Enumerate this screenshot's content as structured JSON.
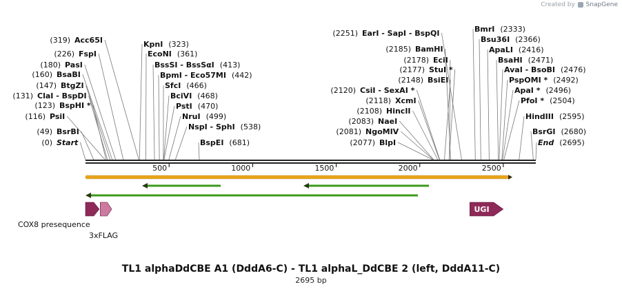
{
  "credit": {
    "prefix": "Created by",
    "brand": "SnapGene"
  },
  "title": "TL1 alphaDdCBE A1 (DddA6-C) - TL1 alphaL_DdCBE 2 (left, DddA11-C)",
  "subtitle": "2695 bp",
  "sequence_length": 2695,
  "ticks": [
    "500",
    "1000",
    "1500",
    "2000",
    "2500"
  ],
  "colors": {
    "feature": "#8e2a57",
    "feature_light": "#cc7aa0",
    "primer_green": "#3c9a1a",
    "orf_orange": "#e8a317"
  },
  "sites": [
    {
      "name": "Start",
      "pos": "(0)",
      "italic": true
    },
    {
      "name": "BsrBI",
      "pos": "(49)"
    },
    {
      "name": "PsiI",
      "pos": "(116)"
    },
    {
      "name": "BspHI *",
      "pos": "(123)"
    },
    {
      "name": "ClaI  -  BspDI",
      "pos": "(131)"
    },
    {
      "name": "BtgZI",
      "pos": "(147)"
    },
    {
      "name": "BsaBI",
      "pos": "(160)"
    },
    {
      "name": "PasI",
      "pos": "(180)"
    },
    {
      "name": "FspI",
      "pos": "(226)"
    },
    {
      "name": "Acc65I",
      "pos": "(319)"
    },
    {
      "name": "KpnI",
      "pos": "(323)"
    },
    {
      "name": "EcoNI",
      "pos": "(361)"
    },
    {
      "name": "BssSI  -  BssSαI",
      "pos": "(413)"
    },
    {
      "name": "BpmI  -  Eco57MI",
      "pos": "(442)"
    },
    {
      "name": "SfcI",
      "pos": "(466)"
    },
    {
      "name": "BciVI",
      "pos": "(468)"
    },
    {
      "name": "PstI",
      "pos": "(470)"
    },
    {
      "name": "NruI",
      "pos": "(499)"
    },
    {
      "name": "NspI  -  SphI",
      "pos": "(538)"
    },
    {
      "name": "BspEI",
      "pos": "(681)"
    },
    {
      "name": "EarI  -  SapI  -  BspQI",
      "pos": "(2251)"
    },
    {
      "name": "BamHI",
      "pos": "(2185)"
    },
    {
      "name": "EciI",
      "pos": "(2178)"
    },
    {
      "name": "StuI *",
      "pos": "(2177)"
    },
    {
      "name": "BsiEI",
      "pos": "(2148)"
    },
    {
      "name": "CsiI  -  SexAI *",
      "pos": "(2120)"
    },
    {
      "name": "XcmI",
      "pos": "(2118)"
    },
    {
      "name": "HincII",
      "pos": "(2108)"
    },
    {
      "name": "NaeI",
      "pos": "(2083)"
    },
    {
      "name": "NgoMIV",
      "pos": "(2081)"
    },
    {
      "name": "BlpI",
      "pos": "(2077)"
    },
    {
      "name": "BmrI",
      "pos": "(2333)"
    },
    {
      "name": "Bsu36I",
      "pos": "(2366)"
    },
    {
      "name": "ApaLI",
      "pos": "(2416)"
    },
    {
      "name": "BsaHI",
      "pos": "(2471)"
    },
    {
      "name": "AvaI  -  BsoBI",
      "pos": "(2476)"
    },
    {
      "name": "PspOMI *",
      "pos": "(2492)"
    },
    {
      "name": "ApaI *",
      "pos": "(2496)"
    },
    {
      "name": "PfoI *",
      "pos": "(2504)"
    },
    {
      "name": "HindIII",
      "pos": "(2595)"
    },
    {
      "name": "BsrGI",
      "pos": "(2680)"
    },
    {
      "name": "End",
      "pos": "(2695)",
      "italic": true
    }
  ],
  "features": [
    {
      "label": "UGI",
      "start": 2300,
      "end": 2500,
      "strand": "forward",
      "label_inside": true
    },
    {
      "label": "COX8 presequence",
      "start": 0,
      "end": 82,
      "strand": "forward"
    },
    {
      "label": "3xFLAG",
      "start": 88,
      "end": 157,
      "strand": "forward"
    }
  ]
}
